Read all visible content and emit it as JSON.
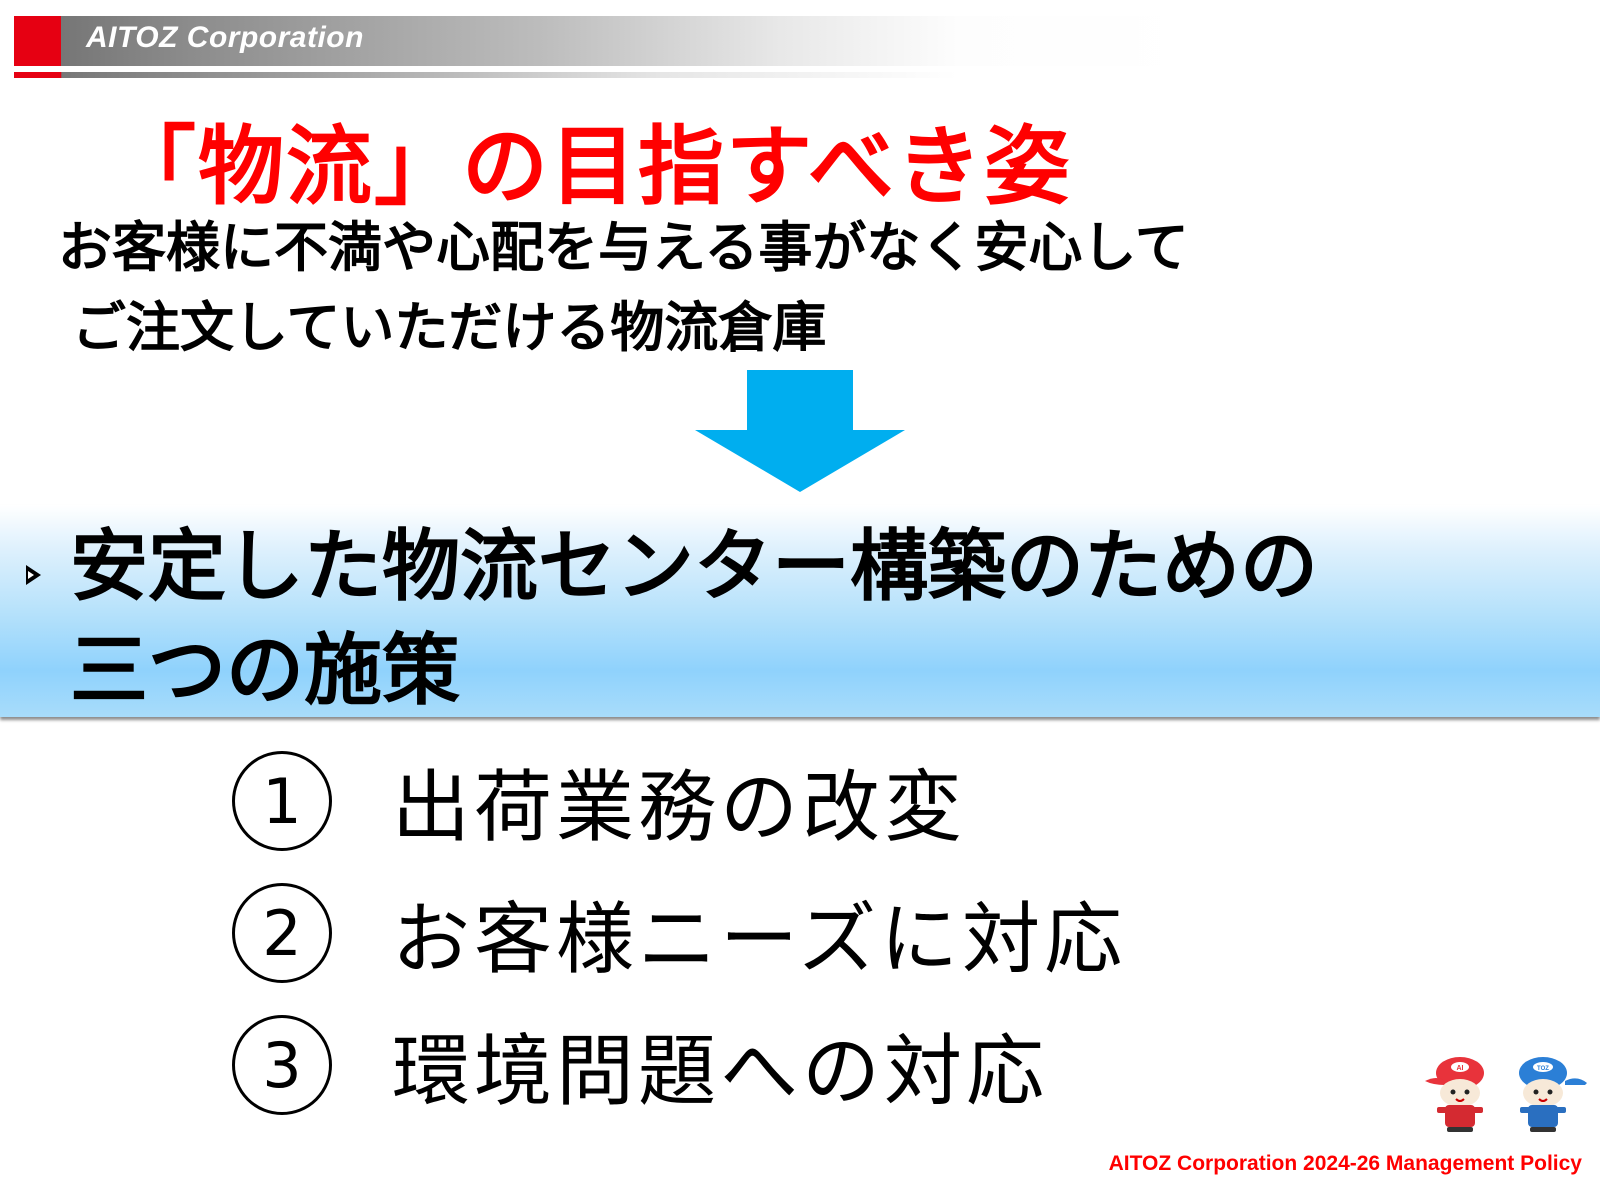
{
  "header": {
    "company_name": "AITOZ Corporation",
    "brand_color": "#e60012"
  },
  "title": {
    "text": "「物流」の目指すべき姿",
    "color": "#ff0000"
  },
  "vision": {
    "line1": "お客様に不満や心配を与える事がなく安心して",
    "line2": "ご注文していただける物流倉庫"
  },
  "arrow": {
    "icon": "down-arrow-icon",
    "color": "#00aeef"
  },
  "band": {
    "bullet_icon": "triangle-bullet-icon",
    "line1": "安定した物流センター構築のための",
    "line2": "三つの施策"
  },
  "measures": [
    {
      "number": "1",
      "label": "出荷業務の改変"
    },
    {
      "number": "2",
      "label": "お客様ニーズに対応"
    },
    {
      "number": "3",
      "label": "環境問題への対応"
    }
  ],
  "mascots": {
    "left_cap_text": "AI",
    "right_cap_text": "TOZ"
  },
  "footer": {
    "text": "AITOZ Corporation 2024-26 Management Policy"
  }
}
